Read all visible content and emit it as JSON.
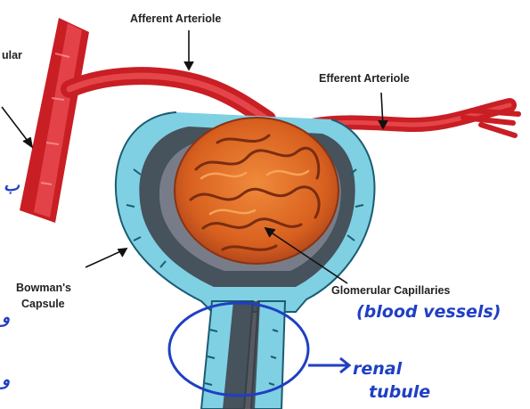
{
  "labels": {
    "afferent": "Afferent Arteriole",
    "efferent": "Efferent Arteriole",
    "bowman_line1": "Bowman's",
    "bowman_line2": "Capsule",
    "glomerular": "Glomerular Capillaries",
    "cut_left": "ular"
  },
  "annotations": {
    "blood_vessels": "(blood vessels)",
    "renal": "renal",
    "tubule": "tubule",
    "margin_glyph_1": "ب",
    "margin_glyph_2": "و",
    "margin_glyph_3": "و"
  },
  "colors": {
    "artery_red": "#d7252b",
    "capsule_cyan": "#7fd0e3",
    "glomerulus_orange": "#e0692a",
    "ink_blue": "#1f3fc4"
  }
}
